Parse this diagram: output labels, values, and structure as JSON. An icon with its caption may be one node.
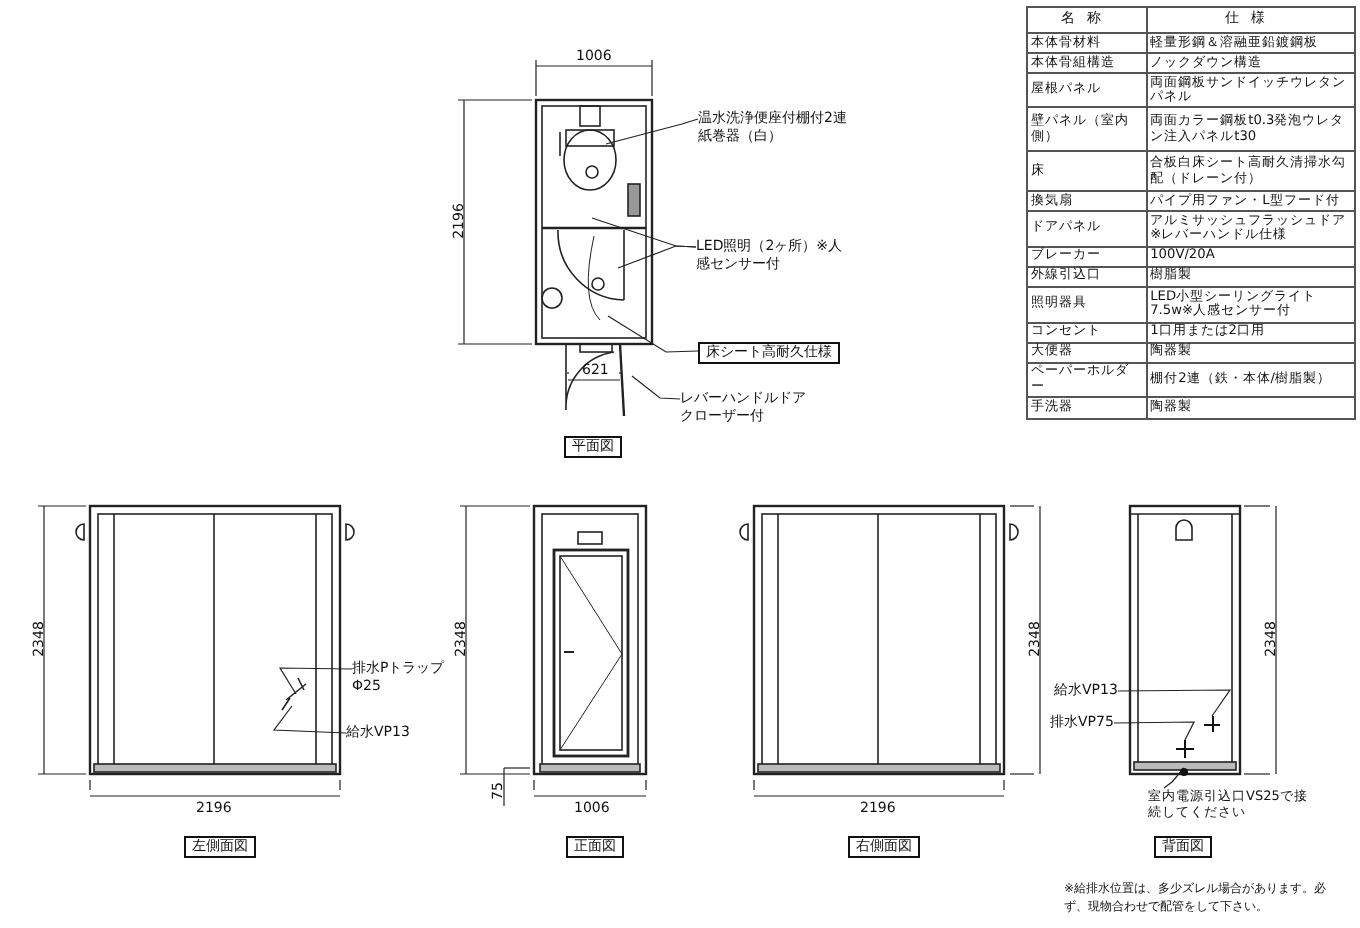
{
  "diagram": {
    "nodes": [
      {
        "text": [
          "温水洗浄便座付棚付2連紙巻器（白）"
        ]
      },
      {
        "text": [
          "LED照明（2ヶ所）※人感センサー付"
        ]
      },
      {
        "text": [
          "床シート高耐久仕様"
        ]
      },
      {
        "text": [
          "レバーハンドルドアクローザー付"
        ]
      },
      {
        "text": [
          "平面図"
        ]
      },
      {
        "text": [
          "左側面図"
        ]
      },
      {
        "text": [
          "正面図"
        ]
      },
      {
        "text": [
          "右側面図"
        ]
      },
      {
        "text": [
          "背面図"
        ]
      },
      {
        "text": [
          "排水PトラップΦ25"
        ]
      },
      {
        "text": [
          "給水VP13"
        ]
      },
      {
        "text": [
          "給水VP13"
        ]
      },
      {
        "text": [
          "排水VP75"
        ]
      },
      {
        "text": [
          "室内電源引込口VS25で接続してください"
        ]
      },
      {
        "text": [],
        "shape": "circle"
      },
      {
        "text": [],
        "shape": "cross"
      },
      {
        "text": [],
        "shape": "cross"
      }
    ],
    "edges": [
      {
        "from": 0,
        "to": null,
        "arrow": "none"
      },
      {
        "from": 1,
        "to": null,
        "arrow": "none"
      },
      {
        "from": 1,
        "to": null,
        "arrow": "none"
      },
      {
        "from": 2,
        "to": null,
        "arrow": "none"
      },
      {
        "from": 3,
        "to": null,
        "arrow": "none"
      },
      {
        "from": 9,
        "to": null,
        "arrow": "none"
      },
      {
        "from": 10,
        "to": null,
        "arrow": "none"
      },
      {
        "from": 11,
        "to": 15,
        "arrow": "none"
      },
      {
        "from": 12,
        "to": 16,
        "arrow": "none"
      },
      {
        "from": 13,
        "to": 14,
        "arrow": "none"
      }
    ],
    "labels": [
      "1006",
      "2196",
      "621",
      "2348",
      "2196",
      "2348",
      "75",
      "1006",
      "2348",
      "2196",
      "2348",
      "名称",
      "仕様",
      "本体骨材料",
      "軽量形鋼＆溶融亜鉛鍍鋼板",
      "本体骨組構造",
      "ノックダウン構造",
      "屋根パネル",
      "両面鋼板サンドイッチウレタンパネル",
      "壁パネル（室内側）",
      "両面カラー鋼板t0.3発泡ウレタン注入パネルt30",
      "床",
      "合板白床シート高耐久清掃水勾配（ドレーン付）",
      "換気扇",
      "パイプ用ファン・L型フード付",
      "ドアパネル",
      "アルミサッシュフラッシュドア※レバーハンドル仕様",
      "ブレーカー",
      "100V/20A",
      "外線引込口",
      "樹脂製",
      "照明器具",
      "LED小型シーリングライト7.5w※人感センサー付",
      "コンセント",
      "1口用または2口用",
      "大便器",
      "陶器製",
      "ペーパーホルダー",
      "棚付2連（鉄・本体/樹脂製）",
      "手洗器",
      "陶器製",
      "※給排水位置は、多少ズレル場合があります。必ず、現物合わせで配管をして下さい。"
    ]
  }
}
